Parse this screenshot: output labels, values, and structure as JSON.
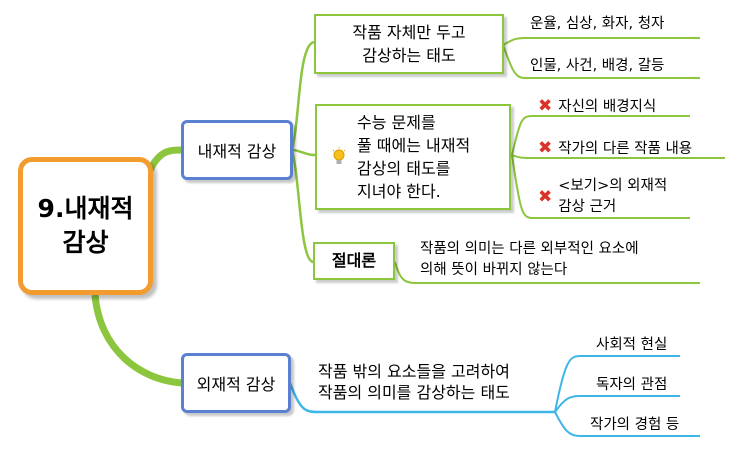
{
  "root": {
    "title": "9.내재적\n감상"
  },
  "internal": {
    "label": "내재적 감상",
    "attitude": {
      "text": "작품 자체만 두고\n감상하는 태도",
      "items": [
        "운율, 심상, 화자, 청자",
        "인물, 사건, 배경, 갈등"
      ]
    },
    "exam": {
      "text": "수능 문제를\n풀 때에는 내재적\n감상의 태도를\n지녀야 한다.",
      "items": [
        "자신의 배경지식",
        "작가의 다른 작품 내용",
        "<보기>의 외재적\n감상 근거"
      ]
    },
    "absolute": {
      "label": "절대론",
      "text": "작품의 의미는 다른 외부적인 요소에\n의해 뜻이 바뀌지 않는다"
    }
  },
  "external": {
    "label": "외재적 감상",
    "text": "작품 밖의 요소들을 고려하여\n작품의 의미를 감상하는 태도",
    "items": [
      "사회적 현실",
      "독자의 관점",
      "작가의 경험 등"
    ]
  },
  "colors": {
    "root_border": "#f29c30",
    "branch_border": "#5b7fd1",
    "green_link": "#8cc63f",
    "blue_link": "#3fb6e8",
    "x_mark": "#d9342b"
  },
  "icons": {
    "idea": "lightbulb-icon",
    "excluded": "x-mark-icon"
  }
}
